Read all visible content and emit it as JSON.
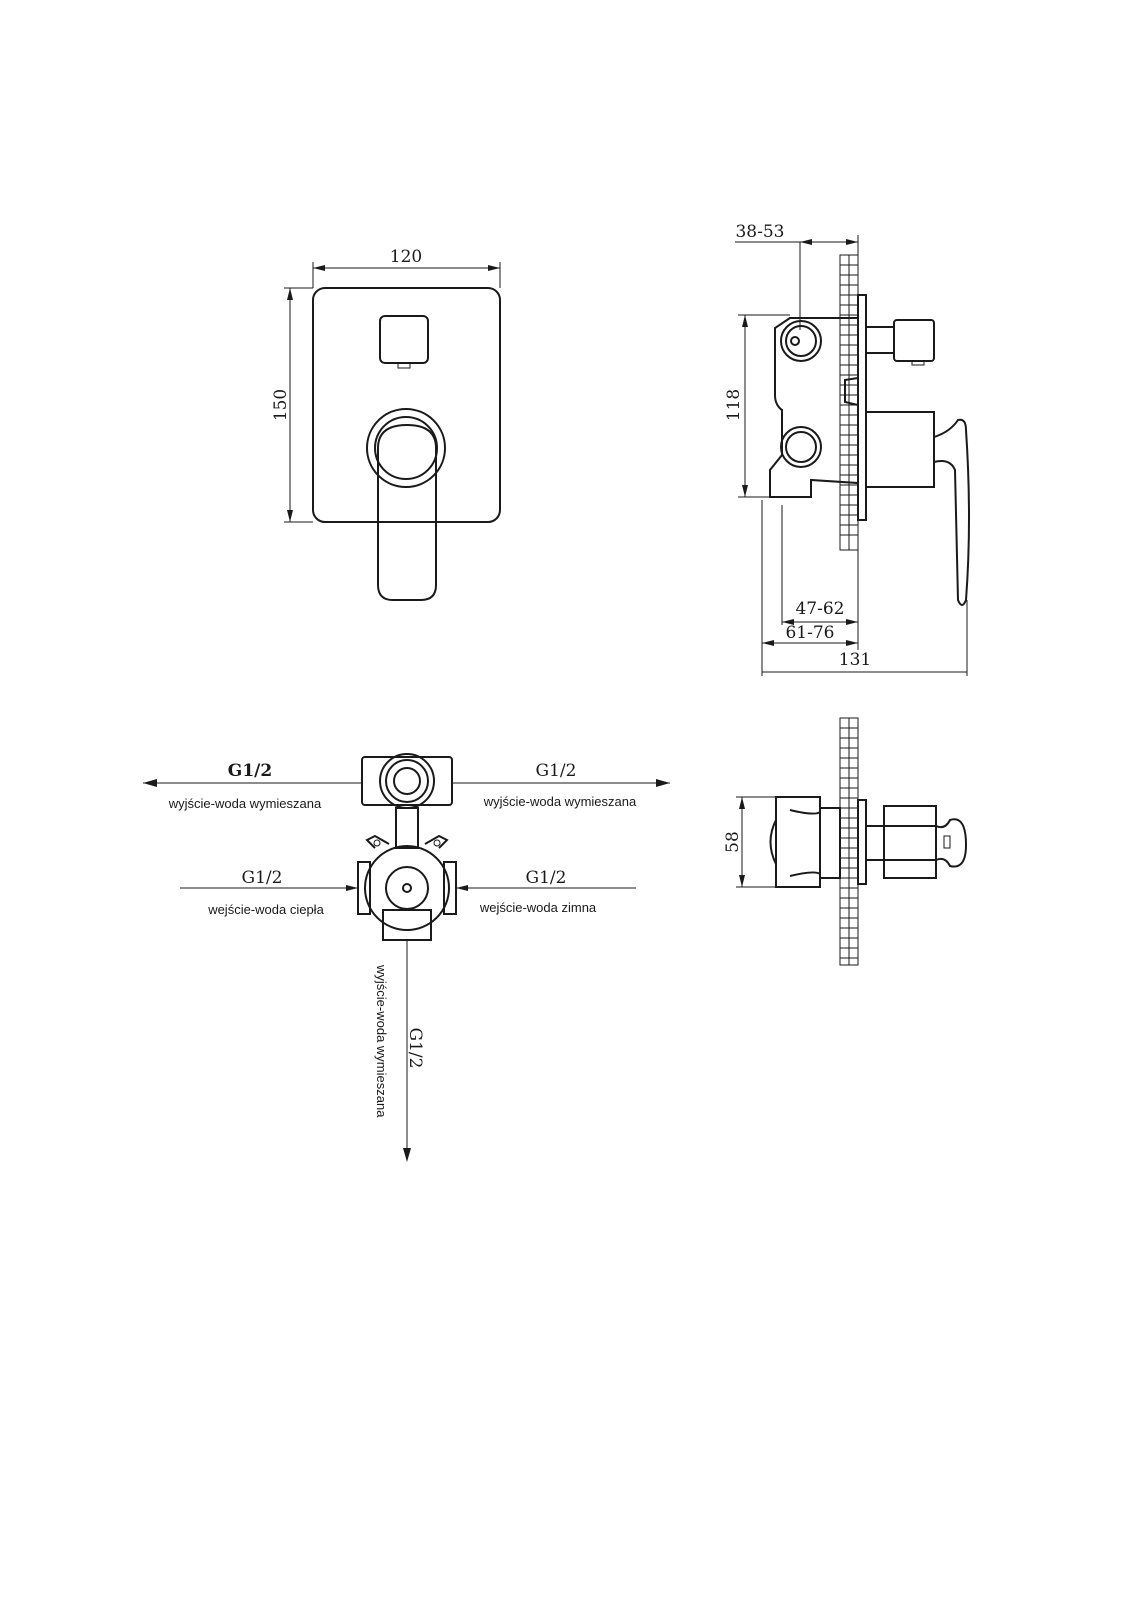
{
  "colors": {
    "ink": "#1a1a1a",
    "background": "#ffffff"
  },
  "front_view": {
    "width_dim": "120",
    "height_dim": "150"
  },
  "side_view": {
    "dim_top": "38-53",
    "dim_height": "118",
    "dim_47_62": "47-62",
    "dim_61_76": "61-76",
    "dim_total": "131"
  },
  "connections": {
    "top_left": {
      "thread": "G1/2",
      "label": "wyjście-woda wymieszana"
    },
    "top_right": {
      "thread": "G1/2",
      "label": "wyjście-woda wymieszana"
    },
    "mid_left": {
      "thread": "G1/2",
      "label": "wejście-woda ciepła"
    },
    "mid_right": {
      "thread": "G1/2",
      "label": "wejście-woda zimna"
    },
    "bottom": {
      "thread": "G1/2",
      "label": "wyjście-woda wymieszana"
    }
  },
  "top_view": {
    "depth_dim": "58"
  }
}
